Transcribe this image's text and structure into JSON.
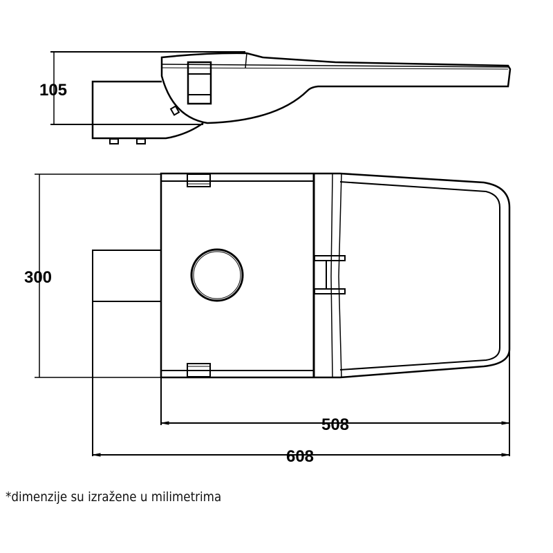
{
  "dimensions": {
    "height_side": "105",
    "width_plan": "300",
    "length_body": "508",
    "length_total": "608"
  },
  "note": "*dimenzije su izražene u milimetrima",
  "colors": {
    "line": "#000000",
    "background": "#ffffff"
  }
}
